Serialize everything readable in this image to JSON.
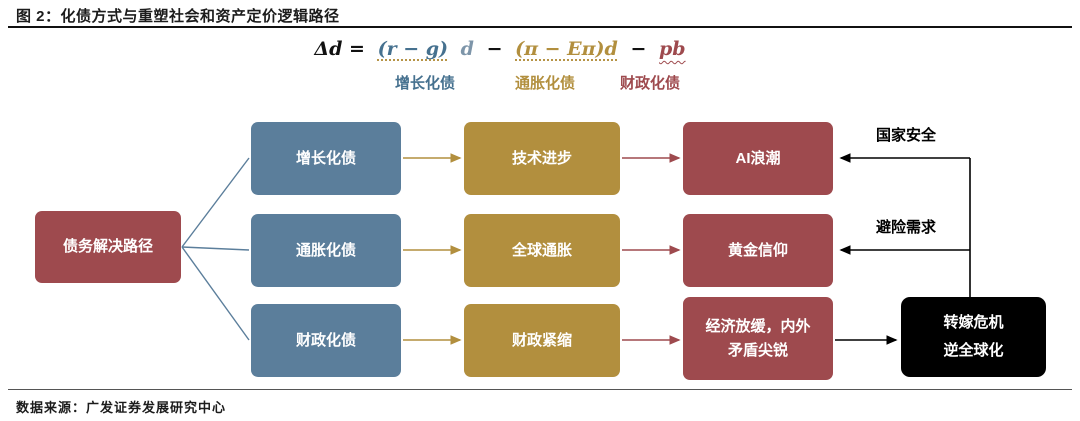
{
  "header": {
    "title": "图 2：化债方式与重塑社会和资产定价逻辑路径"
  },
  "formula": {
    "lhs": "Δd =",
    "growth_term": "(r − g)",
    "growth_d": "d",
    "minus1": "−",
    "inflation_term": "(π − Eπ)d",
    "minus2": "−",
    "fiscal_term": "pb",
    "labels": {
      "growth": "增长化债",
      "inflation": "通胀化债",
      "fiscal": "财政化债"
    }
  },
  "flow": {
    "root": "债务解决路径",
    "rows": [
      {
        "method": "增长化债",
        "driver": "技术进步",
        "outcome": "AI浪潮",
        "side_label": "国家安全"
      },
      {
        "method": "通胀化债",
        "driver": "全球通胀",
        "outcome": "黄金信仰",
        "side_label": "避险需求"
      },
      {
        "method": "财政化债",
        "driver": "财政紧缩",
        "outcome": "经济放缓，内外\n矛盾尖锐"
      }
    ],
    "crisis_box": {
      "line1": "转嫁危机",
      "line2": "逆全球化"
    }
  },
  "footer": {
    "source": "数据来源：广发证券发展研究中心"
  },
  "colors": {
    "blue": "#5b7e9b",
    "gold": "#b28f3e",
    "red": "#9e4a4e",
    "black": "#000000"
  }
}
